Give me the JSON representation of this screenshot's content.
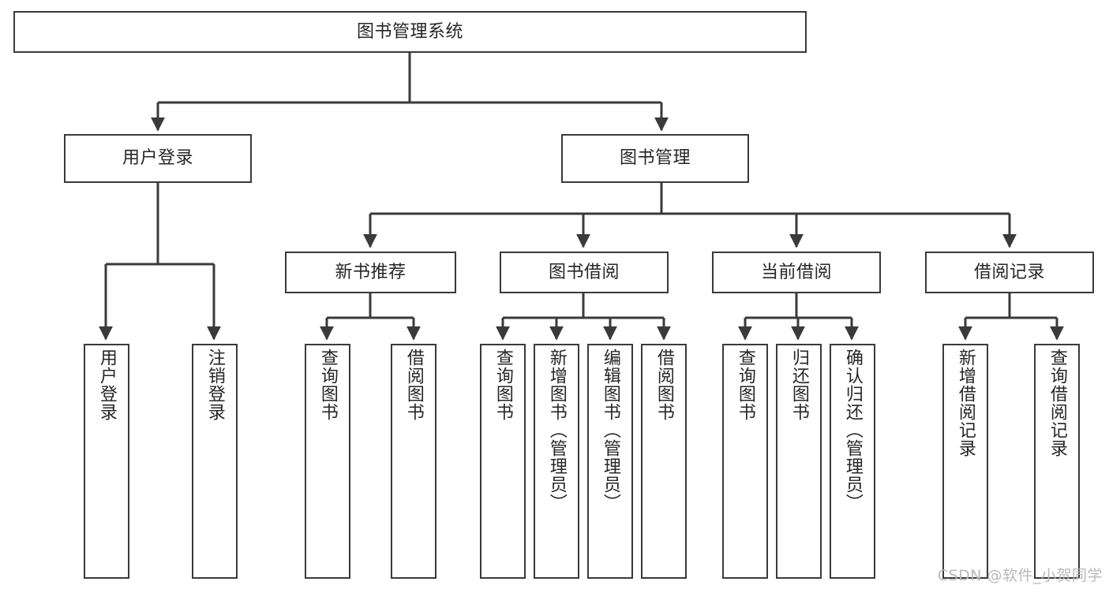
{
  "diagram": {
    "title": "图书管理系统",
    "type": "hierarchy-tree",
    "line_color": "#3a3a3a",
    "node_fill": "#ffffff",
    "text_color": "#262626",
    "background": "#ffffff"
  },
  "root": {
    "label": "图书管理系统"
  },
  "level2": [
    {
      "label": "用户登录"
    },
    {
      "label": "图书管理"
    }
  ],
  "level3": [
    {
      "label": "新书推荐"
    },
    {
      "label": "图书借阅"
    },
    {
      "label": "当前借阅"
    },
    {
      "label": "借阅记录"
    }
  ],
  "leaves": {
    "user_login": [
      {
        "label": "用户登录"
      },
      {
        "label": "注销登录"
      }
    ],
    "new_book_recommend": [
      {
        "label": "查询图书"
      },
      {
        "label": "借阅图书"
      }
    ],
    "book_borrow": [
      {
        "label": "查询图书"
      },
      {
        "label": "新增图书（管理员）"
      },
      {
        "label": "编辑图书（管理员）"
      },
      {
        "label": "借阅图书"
      }
    ],
    "current_borrow": [
      {
        "label": "查询图书"
      },
      {
        "label": "归还图书"
      },
      {
        "label": "确认归还（管理员）"
      }
    ],
    "borrow_record": [
      {
        "label": "新增借阅记录"
      },
      {
        "label": "查询借阅记录"
      }
    ]
  },
  "watermark": {
    "text": "CSDN @软件_小贺同学"
  }
}
